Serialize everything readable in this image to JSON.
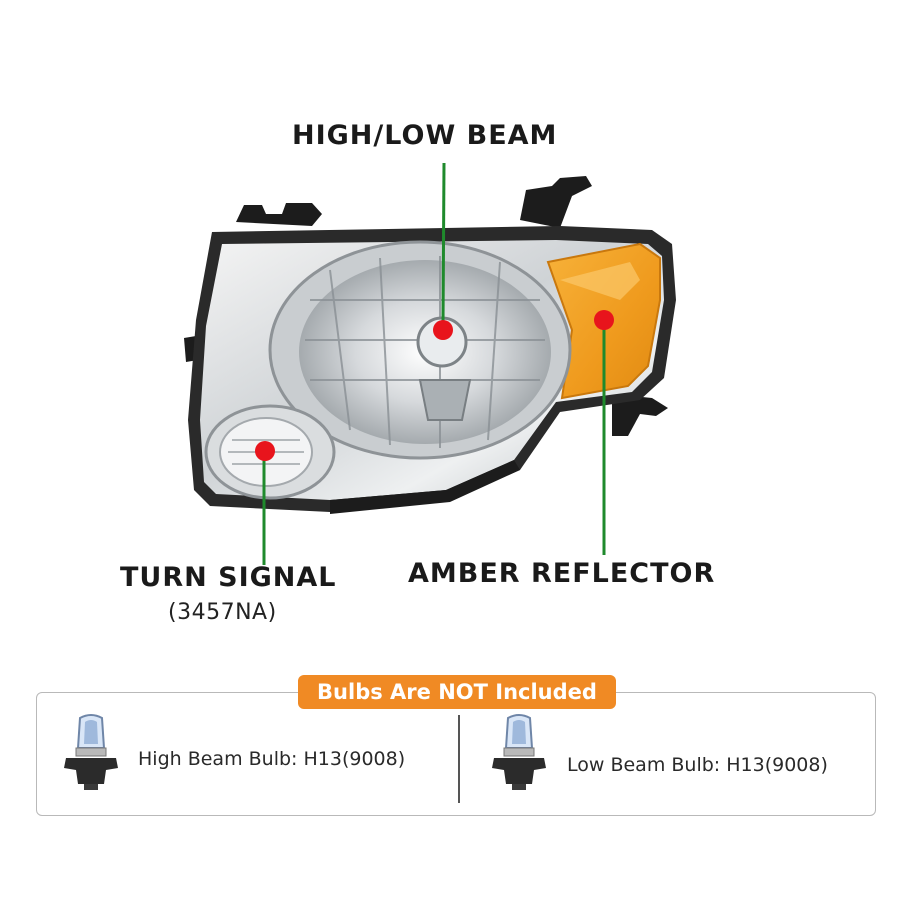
{
  "callouts": {
    "high_low_beam": "HIGH/LOW BEAM",
    "turn_signal": "TURN SIGNAL",
    "turn_signal_code": "(3457NA)",
    "amber_reflector": "AMBER REFLECTOR"
  },
  "bulbs": {
    "banner": "Bulbs Are NOT Included",
    "items": [
      {
        "label": "High Beam Bulb:  H13(9008)",
        "icon": "bulb-icon"
      },
      {
        "label": "Low Beam Bulb:  H13(9008)",
        "icon": "bulb-icon"
      }
    ]
  },
  "colors": {
    "marker": "#e8141c",
    "leader": "#1f8a2c",
    "amber": "#f0a21a",
    "banner": "#f08a24"
  }
}
